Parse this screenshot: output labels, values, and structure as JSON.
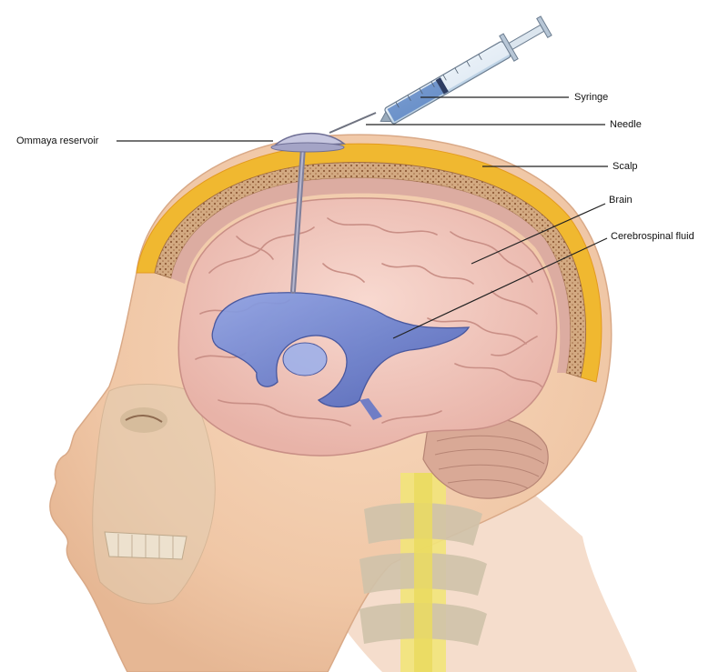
{
  "labels": {
    "syringe": "Syringe",
    "needle": "Needle",
    "ommaya_reservoir": "Ommaya reservoir",
    "scalp": "Scalp",
    "brain": "Brain",
    "csf": "Cerebrospinal fluid"
  },
  "colors": {
    "background": "#ffffff",
    "skin": "#f0c7a6",
    "skin_shadow": "#d8a889",
    "fat_layer": "#f0b830",
    "skull_bone": "#c89a70",
    "dura": "#d9a8a0",
    "brain": "#f2c6bd",
    "brain_fold": "#c98f86",
    "ventricle": "#5a72c8",
    "ventricle_light": "#8ea3e6",
    "spinal_cord": "#f2e47a",
    "skeleton": "#cfc2aa",
    "syringe_barrel": "#cfe0ef",
    "syringe_fluid": "#5d86c4",
    "leader_line": "#222222"
  }
}
